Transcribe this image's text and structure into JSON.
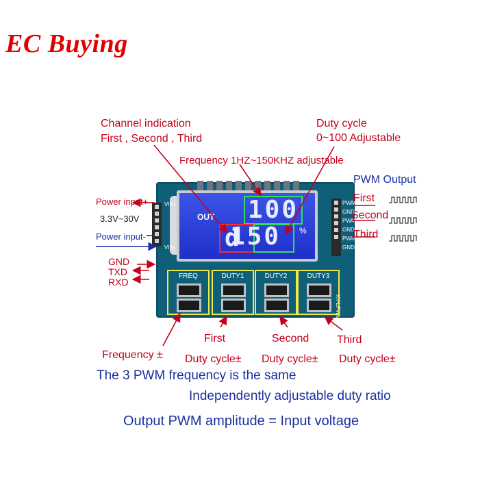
{
  "brand": "EC Buying",
  "labels": {
    "channel_indication": "Channel indication",
    "channels": "First  , Second , Third",
    "duty_cycle": "Duty cycle",
    "duty_range": "0~100 Adjustable",
    "frequency_range": "Frequency 1HZ~150KHZ  adjustable",
    "pwm_output": "PWM Output",
    "out_first": "First",
    "out_second": "Second",
    "out_third": "Third",
    "power_input_plus": "Power input+",
    "voltage": "3.3V~30V",
    "power_input_minus": "Power input-",
    "gnd": "GND",
    "txd": "TXD",
    "rxd": "RXD",
    "btn_first": "First",
    "btn_second": "Second",
    "btn_third": "Third",
    "frequency_pm": "Frequency ±",
    "duty_pm_1": "Duty cycle±",
    "duty_pm_2": "Duty cycle±",
    "duty_pm_3": "Duty cycle±"
  },
  "notes": {
    "line1": "The 3 PWM frequency is the same",
    "line2": "Independently adjustable duty ratio",
    "line3": "Output PWM amplitude = Input voltage"
  },
  "lcd": {
    "out": "OUT",
    "value_top": "100",
    "value_left": "d",
    "value_right": "150",
    "unit": "%"
  },
  "board": {
    "buttons": [
      "FREQ",
      "DUTY1",
      "DUTY2",
      "DUTY3"
    ],
    "left_pins": [
      "VIN+",
      "VIN-"
    ],
    "right_pins": [
      "PWM1",
      "GND",
      "PWM2",
      "GND",
      "PWM3",
      "GND"
    ],
    "model": "XY-LPWM3"
  },
  "colors": {
    "brand": "#e00000",
    "annotation_red": "#c4001a",
    "annotation_blue": "#1a2fa0",
    "pcb": "#0f5f79",
    "lcd": "#2b3fd8",
    "highlight_green": "#2fe25a",
    "highlight_yellow": "#f1e84a"
  }
}
